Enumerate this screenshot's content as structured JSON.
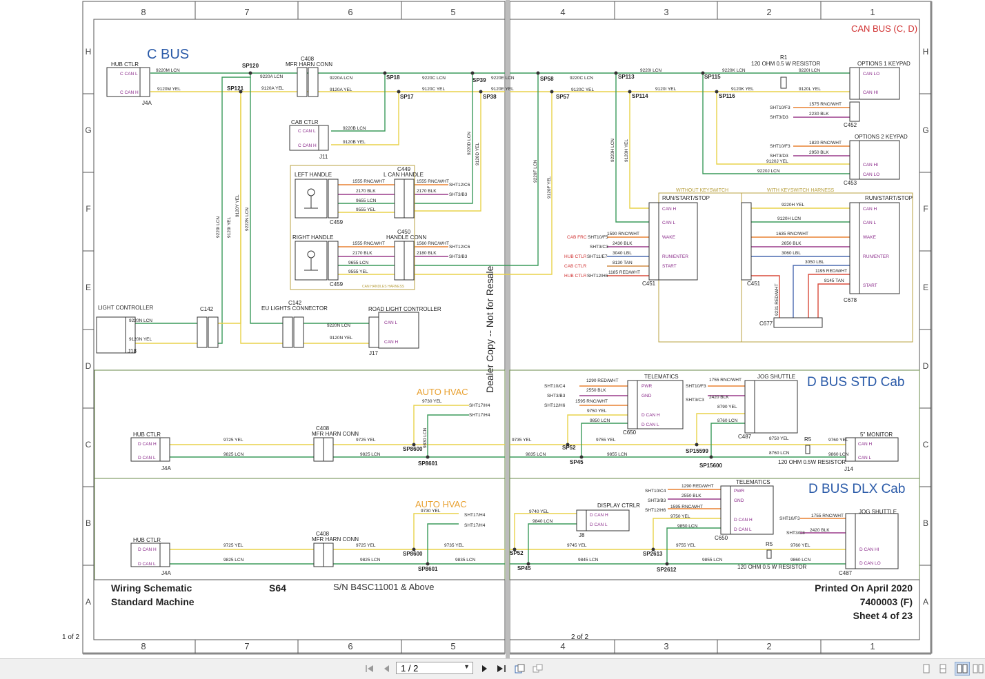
{
  "colors": {
    "frame": "#555555",
    "wire_yel": "#e8d24a",
    "wire_grn": "#3a9a5a",
    "wire_red": "#d94a3a",
    "wire_blu": "#4a6ab0",
    "wire_orange": "#e88030",
    "wire_purple": "#9a3a8a",
    "title_blue": "#2a5aa8",
    "orange_text": "#e8a030",
    "red_text": "#d03030"
  },
  "zones_top": [
    "8",
    "7",
    "6",
    "5",
    "4",
    "3",
    "2",
    "1"
  ],
  "zones_side": [
    "H",
    "G",
    "F",
    "E",
    "D",
    "C",
    "B",
    "A"
  ],
  "titles": {
    "c_bus": "C BUS",
    "can_bus": "CAN BUS (C, D)",
    "d_std": "D BUS STD Cab",
    "d_dlx": "D BUS DLX Cab",
    "auto_hvac": "AUTO HVAC",
    "watermark": "Dealer Copy -- Not for Resale"
  },
  "title_block": {
    "l1": "Wiring Schematic",
    "l2": "Standard Machine",
    "model": "S64",
    "sn": "S/N B4SC11001 & Above",
    "printed": "Printed On April 2020",
    "doc": "7400003 (F)",
    "sheet": "Sheet 4 of 23"
  },
  "page_marks": {
    "left": "1 of 2",
    "right": "2 of 2"
  },
  "components": {
    "hub": "HUB CTLR",
    "j4a": "J4A",
    "c408": "C408",
    "mfr": "MFR HARN CONN",
    "cab": "CAB CTLR",
    "j11": "J11",
    "left_handle": "LEFT HANDLE",
    "right_handle": "RIGHT HANDLE",
    "c459": "C459",
    "c449": "C449",
    "l_can": "L CAN HANDLE",
    "c450": "C450",
    "handle_conn": "HANDLE CONN",
    "can_handles": "CAN HANDLES HARNESS",
    "light_ctrl": "LIGHT CONTROLLER",
    "j18": "J18",
    "c142": "C142",
    "eu_lights": "EU LIGHTS CONNECTOR",
    "road_light": "ROAD LIGHT CONTROLLER",
    "j17": "J17",
    "r1": "R1",
    "r1_desc": "120 OHM 0.5 W RESISTOR",
    "opt1": "OPTIONS 1 KEYPAD",
    "c452": "C452",
    "opt2": "OPTIONS 2 KEYPAD",
    "c453": "C453",
    "without_ks": "WITHOUT KEYSWITCH",
    "with_ks": "WITH KEYSWITCH HARNESS",
    "rss": "RUN/START/STOP",
    "c451": "C451",
    "c678": "C678",
    "c677": "C677",
    "telematics": "TELEMATICS",
    "c650": "C650",
    "jog": "JOG SHUTTLE",
    "c487": "C487",
    "monitor": "5\" MONITOR",
    "j14": "J14",
    "display": "DISPLAY CTRLR",
    "j8": "J8",
    "r5": "R5",
    "r5_desc": "120 OHM 0.5W RESISTOR",
    "r5_desc2": "120 OHM 0.5 W RESISTOR"
  },
  "pins": {
    "can_l": "C CAN L",
    "can_h": "C CAN H",
    "dcan_h": "D CAN H",
    "dcan_l": "D CAN L",
    "canl": "CAN L",
    "canh": "CAN H",
    "can_lo": "CAN LO",
    "can_hi": "CAN HI",
    "wake": "WAKE",
    "run_enter": "RUN/ENTER",
    "start": "START",
    "pwr": "PWR",
    "gnd": "GND",
    "dcan_hi": "D CAN HI",
    "dcan_lo": "D CAN LO"
  },
  "splices": {
    "sp120": "SP120",
    "sp121": "SP121",
    "sp18": "SP18",
    "sp17": "SP17",
    "sp39": "SP39",
    "sp38": "SP38",
    "sp58": "SP58",
    "sp57": "SP57",
    "sp113": "SP113",
    "sp114": "SP114",
    "sp115": "SP115",
    "sp116": "SP116",
    "sp8600": "SP8600",
    "sp8601": "SP8601",
    "sp52": "SP52",
    "sp45": "SP45",
    "sp15599": "SP15599",
    "sp15600": "SP15600",
    "sp2613": "SP2613",
    "sp2612": "SP2612"
  },
  "wires": {
    "w9220m": "9220M LCN",
    "w9120m": "9120M YEL",
    "w9220a": "9220A LCN",
    "w9120a": "9120A YEL",
    "w9220c": "9220C LCN",
    "w9120c": "9120C YEL",
    "w9220e": "9220E LCN",
    "w9120e": "9120E YEL",
    "w9220i": "9220I LCN",
    "w9120i": "9120I YEL",
    "w9120k": "9120K YEL",
    "w9220k": "9220K LCN",
    "w9120l": "9120L YEL",
    "w9220b": "9220B LCN",
    "w9120b": "9120B YEL",
    "w9220d": "9220D LCN",
    "w9120d": "9120D YEL",
    "w9220n": "9220N LCN",
    "w9120n": "9120N YEL",
    "w9220f": "9220F LCN",
    "w9120f": "9120F YEL",
    "w9220h": "9220H LCN",
    "w9120h": "9120H YEL",
    "w9220j": "9220J LCN",
    "w9120j": "9120J YEL",
    "w9220i2": "9220I LCN",
    "w9120i2": "9120I YEL",
    "w9222n": "9222N LCN",
    "w9120y": "9120Y YEL",
    "w9120yel": "9120 YEL",
    "w1575": "1575 RNC/WHT",
    "w2230": "2230 BLK",
    "w1820": "1820 RNC/WHT",
    "w2950": "2950 BLK",
    "w1555": "1555 RNC/WHT",
    "w2170": "2170 BLK",
    "w9655": "9655 LCN",
    "w9555": "9555 YEL",
    "w2180": "2180 BLK",
    "w1560": "1560 RNC/WHT",
    "w1590": "1590 RNC/WHT",
    "w2430": "2430 BLK",
    "w3040": "3040 LBL",
    "w8130": "8130 TAN",
    "w1185": "1185 RED/WHT",
    "w9220h2": "9220H YEL",
    "w9120h2": "9120H LCN",
    "w1635": "1635 RNC/WHT",
    "w2650": "2650 BLK",
    "w3060": "3060 LBL",
    "w3050": "3050 LBL",
    "w1195": "1195 RED/WHT",
    "w8145": "8145 TAN",
    "w9231": "9231 RED/WHT",
    "w9725": "9725 YEL",
    "w9825": "9825 LCN",
    "w9730": "9730 YEL",
    "w9830": "9830 LCN",
    "w9735": "9735 YEL",
    "w9835": "9835 LCN",
    "w9755": "9755 YEL",
    "w9855": "9855 LCN",
    "w8750": "8750 YEL",
    "w8760": "8760 LCN",
    "w9760": "9760 YEL",
    "w9860": "9860 LCN",
    "w1290": "1290 RED/WHT",
    "w2550": "2550 BLK",
    "w1595": "1595 RNC/WHT",
    "w9750": "9750 YEL",
    "w9850": "9850 LCN",
    "w1755": "1755 RNC/WHT",
    "w2420": "2420 BLK",
    "w8790": "8790 YEL",
    "w9740": "9740 YEL",
    "w9840": "9840 LCN",
    "w9745": "9745 YEL",
    "w9845": "9845 LCN"
  },
  "sheet_refs": {
    "s10f3": "SHT10/F3",
    "s3d3": "SHT3/D3",
    "s12c6": "SHT12/C6",
    "s3b3": "SHT3/B3",
    "s17h4": "SHT17/H4",
    "s10c4": "SHT10/C4",
    "s12h6": "SHT12/H6",
    "s3c3": "SHT3/C3",
    "s11e7": "SHT11/E7",
    "s10f5": "SHT10/F5",
    "s12h6b": "SHT12/H6",
    "cab_frc": "CAB FRC",
    "hub_ctlr": "HUB CTLR",
    "cab_ctlr": "CAB CTLR"
  },
  "toolbar": {
    "page_value": "1 / 2"
  }
}
